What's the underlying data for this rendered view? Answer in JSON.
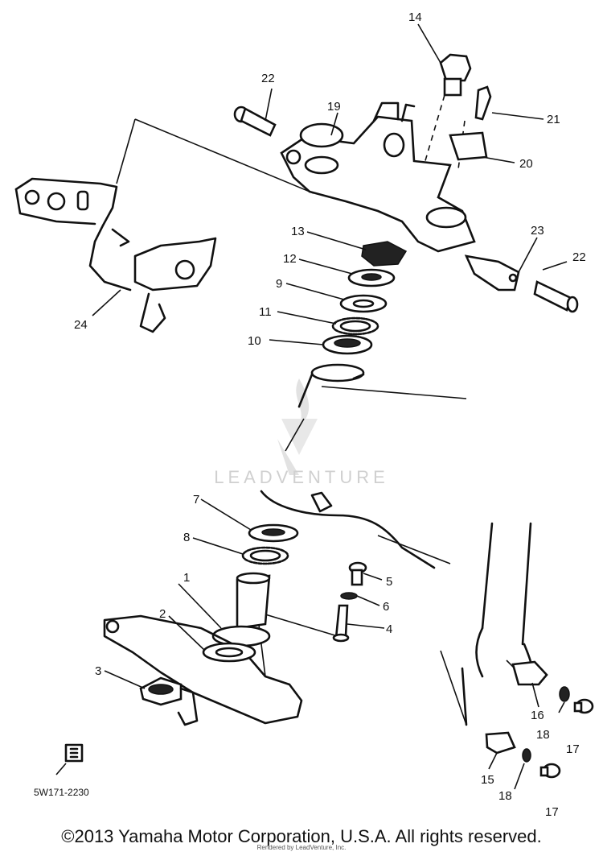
{
  "callouts": [
    "1",
    "2",
    "3",
    "4",
    "5",
    "6",
    "7",
    "8",
    "9",
    "10",
    "11",
    "12",
    "13",
    "14",
    "15",
    "16",
    "17",
    "17",
    "18",
    "18",
    "19",
    "20",
    "21",
    "22",
    "22",
    "23",
    "24"
  ],
  "diagram_code": "5W171-2230",
  "watermark": "LEADVENTURE",
  "copyright": "©2013 Yamaha Motor Corporation, U.S.A. All rights reserved.",
  "small_credit": "Rendered by LeadVenture, Inc."
}
